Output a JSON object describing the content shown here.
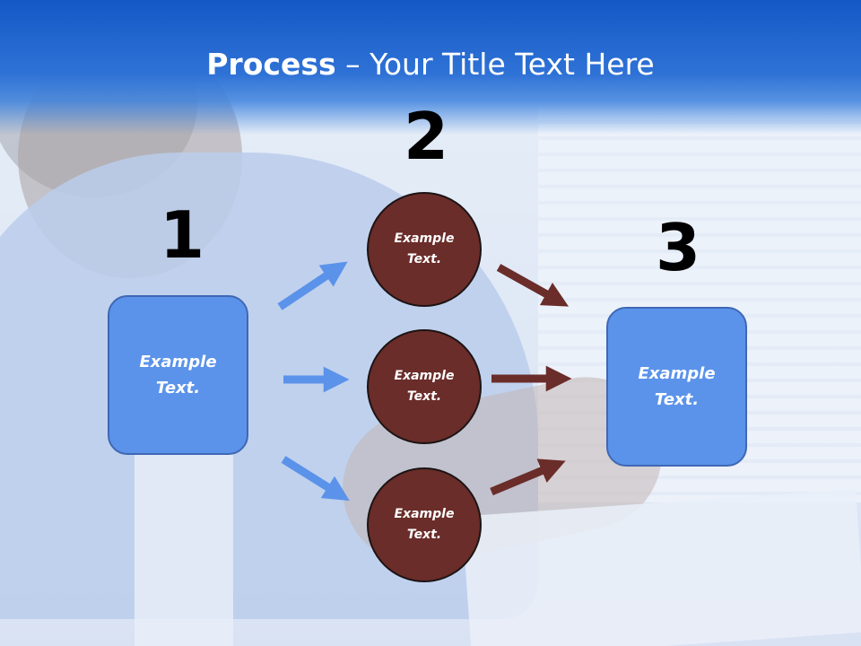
{
  "slide": {
    "title_bold": "Process",
    "title_rest": " – Your Title Text Here",
    "steps": {
      "one": "1",
      "two": "2",
      "three": "3"
    },
    "left_box": "Example\nText.",
    "right_box": "Example\nText.",
    "circles": [
      "Example\nText.",
      "Example\nText.",
      "Example\nText."
    ]
  },
  "colors": {
    "title_bar": "#1358c6",
    "box_fill": "#5b93ea",
    "circle_fill": "#6a2d2a",
    "blue_arrow": "#5b93ea",
    "brown_arrow": "#6a2d2a"
  }
}
